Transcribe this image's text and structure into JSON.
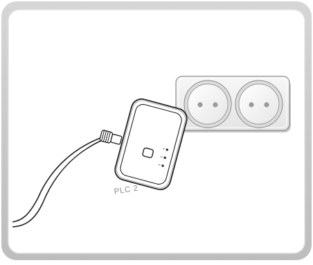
{
  "figure": {
    "device_label": "PLC 2",
    "outlet": {
      "type": "double-socket",
      "socket_count": 2
    },
    "icons": [
      "power-button-icon",
      "status-led-icon",
      "ethernet-plug-icon",
      "power-outlet-icon"
    ],
    "colors": {
      "frame_outer": "#c9c9c9",
      "frame_inner": "#d8d8d8",
      "outline": "#2a2a2a",
      "outlet_fill": "#f2f2f2",
      "device_fill": "#ffffff",
      "label": "#8c8c8c"
    }
  }
}
